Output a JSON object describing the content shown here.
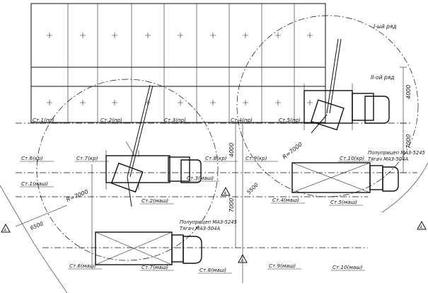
{
  "rows": {
    "row1": "I-ый ряд",
    "row2": "II-ой ряд"
  },
  "dimensions": {
    "d4000_top": "4000",
    "d7000_right": "7000",
    "d4000_mid": "4000",
    "d7000_mid": "7000",
    "r7000_left": "R=7000",
    "r7000_right": "R=7000",
    "d6500": "6500",
    "d5500": "5500"
  },
  "stands_pr": [
    "Ст.1(пр)",
    "Ст.2(пр)",
    "Ст.3(пр)",
    "Ст.4(пр)",
    "Ст.5(пр)"
  ],
  "stands_kr": [
    "Ст.6(кр)",
    "Ст.7(кр)",
    "Ст.8(кр)",
    "Ст.9(кр)",
    "Ст.10(кр)"
  ],
  "stands_mash": [
    "Ст.1(маш)",
    "Ст.2(маш)",
    "Ст.3(маш)",
    "Ст.4(маш)",
    "Ст.5(маш)",
    "Ст.6(маш)",
    "Ст.7(маш)",
    "Ст.8(маш)",
    "Ст.9(маш)",
    "Ст.10(маш)"
  ],
  "vehicle_right": {
    "line1": "Полуприцеп МАЗ-5245",
    "line2": "Тягач МАЗ-504А"
  },
  "vehicle_bottom": {
    "line1": "Полуприцеп МАЗ-5245",
    "line2": "Тягач МАЗ-504А"
  },
  "axis_marks": [
    "А",
    "А",
    "А",
    "А"
  ]
}
